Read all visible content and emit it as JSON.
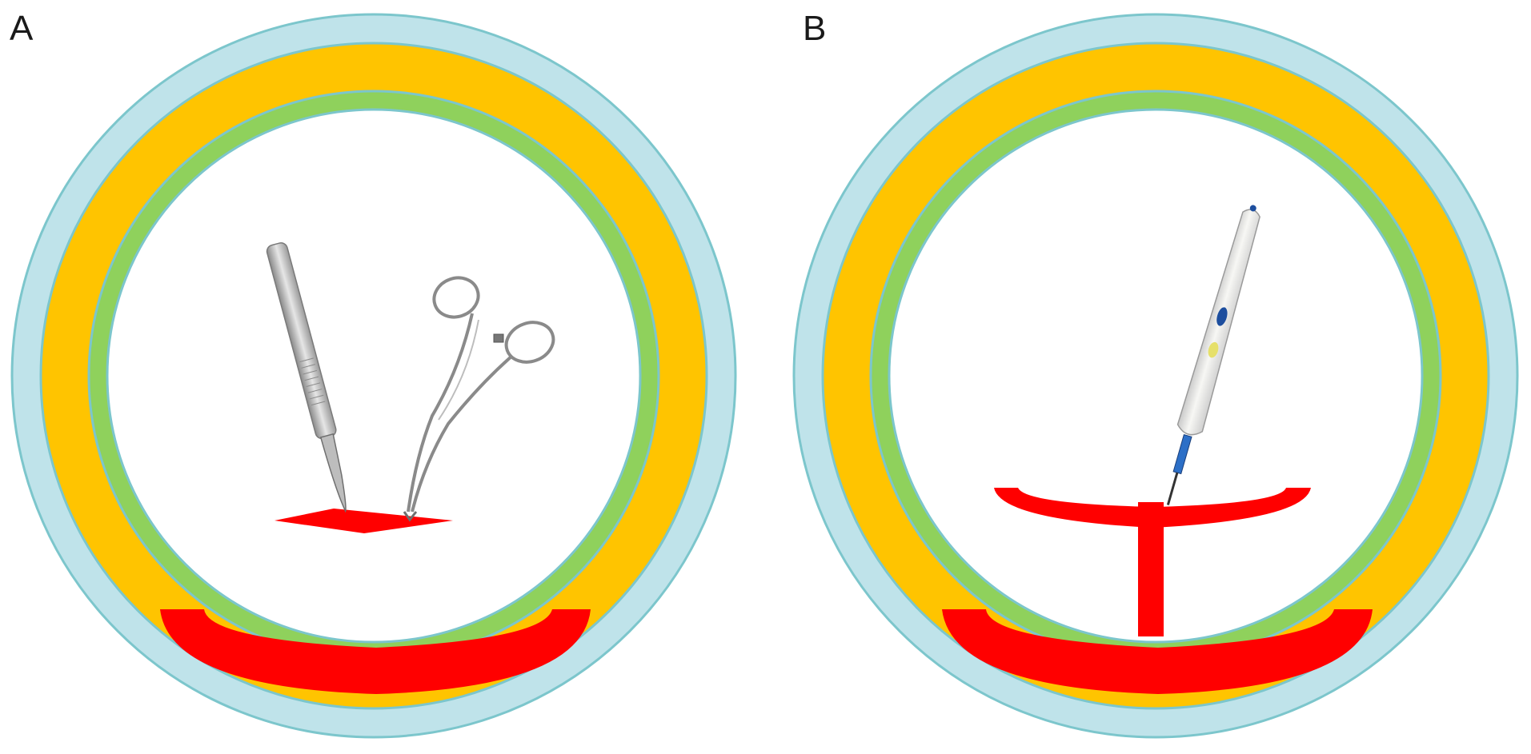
{
  "panels": [
    {
      "label": "A",
      "instruments": [
        "scalpel",
        "forceps"
      ],
      "incision": "small-diamond"
    },
    {
      "label": "B",
      "instruments": [
        "electrocautery-pen"
      ],
      "incision": "t-shaped"
    }
  ],
  "colors": {
    "outer_ring": "#bfe3ea",
    "ring_outline": "#7cc6cc",
    "yellow_layer": "#ffc400",
    "green_layer": "#8fd15c",
    "incision_red": "#ff0000",
    "background": "#ffffff"
  }
}
